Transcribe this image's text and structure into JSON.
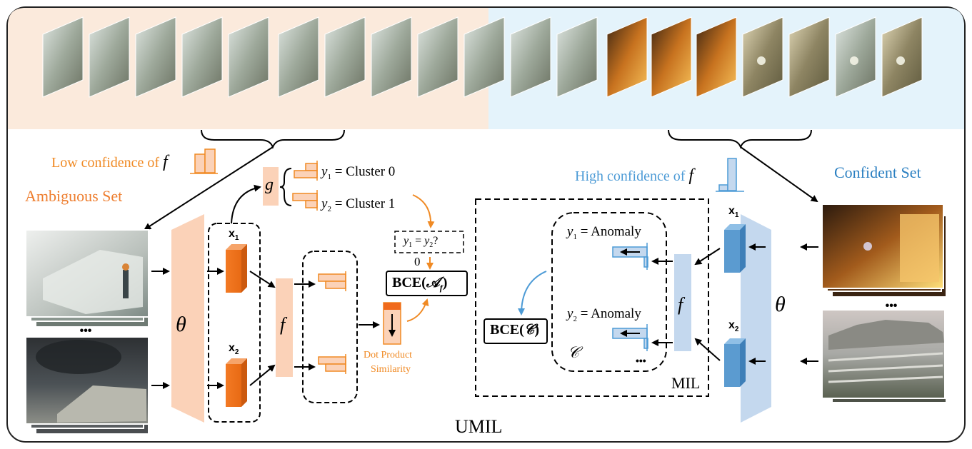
{
  "labels": {
    "low_conf": "Low confidence of",
    "ambiguous_set": "Ambiguous Set",
    "high_conf": "High confidence of",
    "confident_set": "Confident Set",
    "y1_cluster": "= Cluster 0",
    "y2_cluster": "= Cluster 1",
    "y_eq_q": "?",
    "zero": "0",
    "bce_a": "BCE(",
    "bce_c": "BCE(",
    "dot_product": "Dot Product",
    "similarity": "Similarity",
    "y1_anomaly": "= Anomaly",
    "y2_anomaly": "= Anomaly",
    "mil": "MIL",
    "umil": "UMIL",
    "dots": "•••",
    "theta": "θ",
    "f": "f",
    "g": "g",
    "x1": "x",
    "x2": "x",
    "sub1": "1",
    "sub2": "2",
    "cal_a": "𝒜",
    "cal_c": "𝒞",
    "close_paren": ")"
  },
  "colors": {
    "ambiguous_bg": "#fbeadc",
    "confident_bg": "#e4f3fb",
    "orange": "#f08a24",
    "orange_block": "#f07e2c",
    "peach": "#fbd2b8",
    "blue": "#4d9bd6",
    "blue_block": "#5b9bd0",
    "light_blue": "#c4d8ee"
  },
  "icons": [
    "left-arrow-icon",
    "down-arrow-icon",
    "histogram-icon"
  ]
}
